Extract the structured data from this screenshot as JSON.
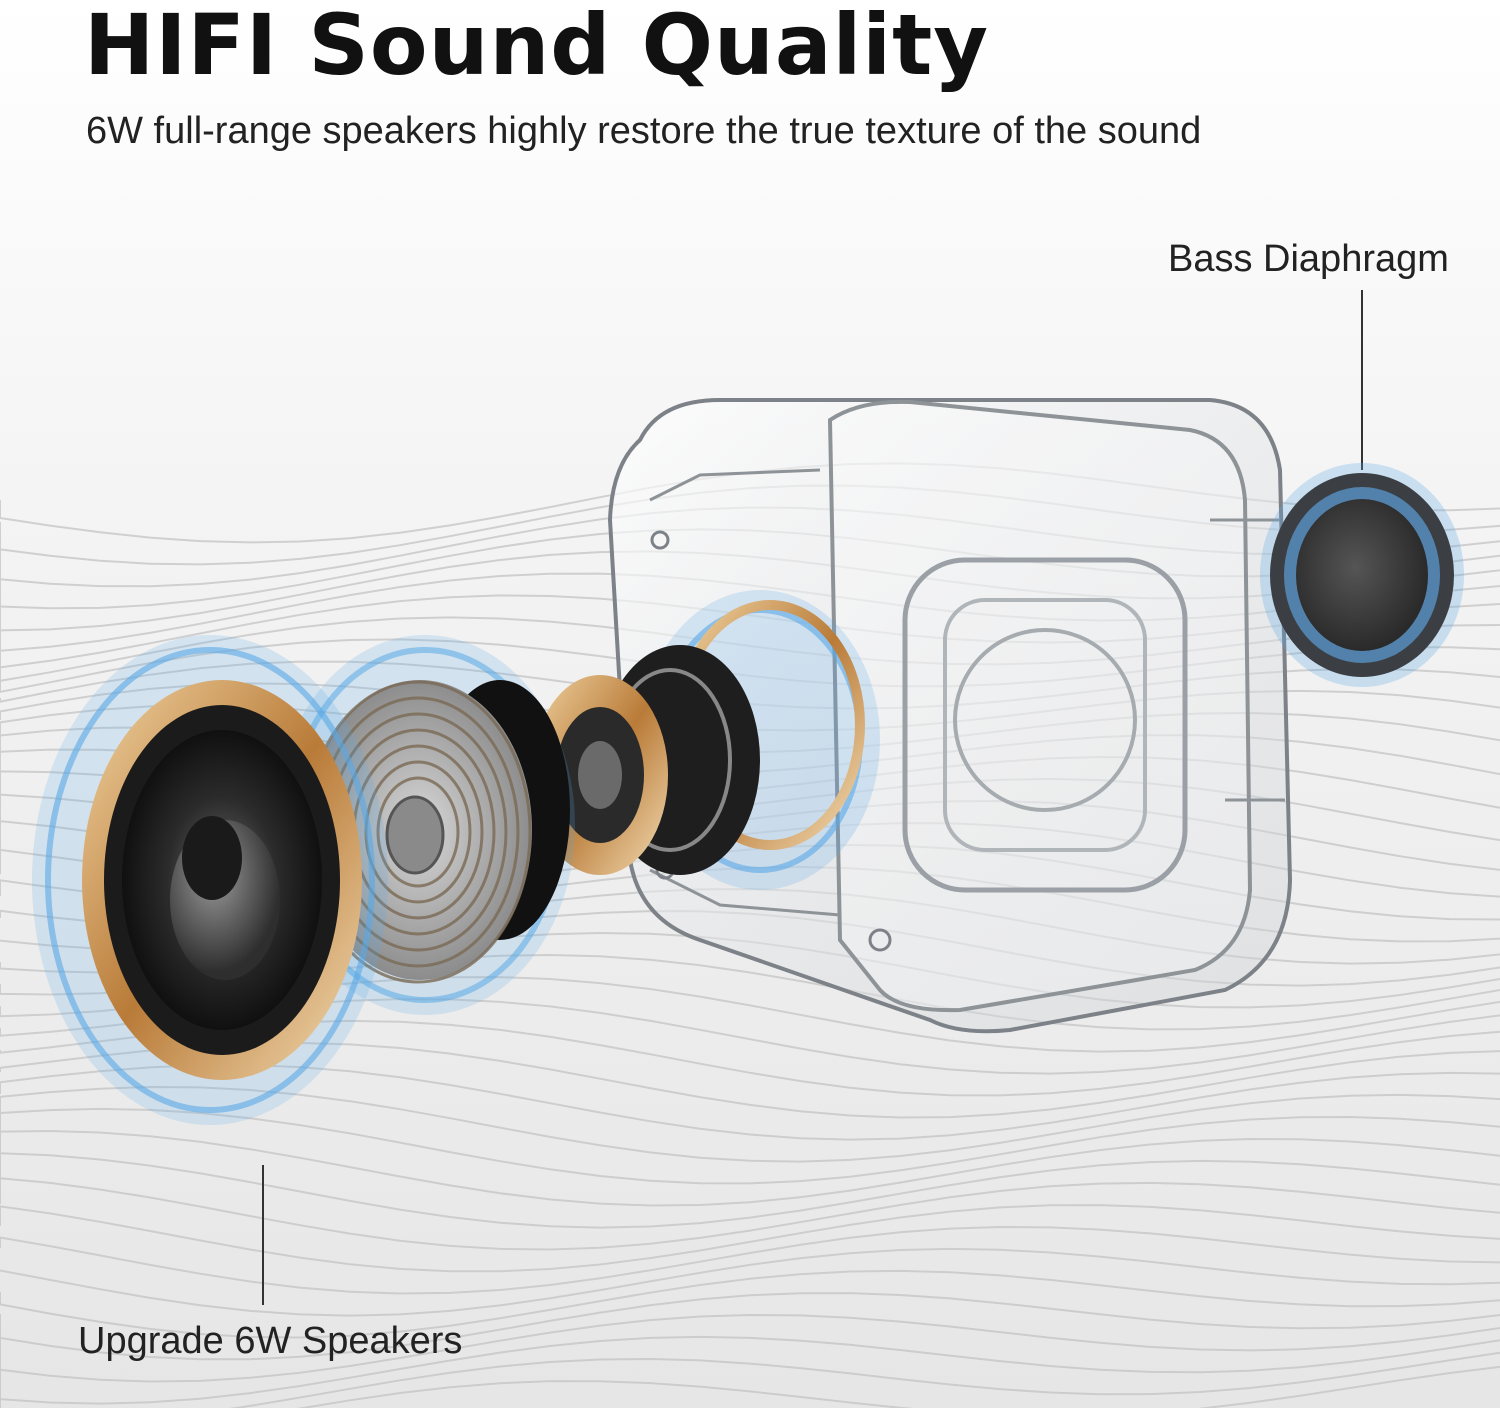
{
  "headline": "HIFI Sound Quality",
  "subline": "6W full-range speakers highly restore the true texture of the sound",
  "callouts": {
    "bass": "Bass Diaphragm",
    "speakers": "Upgrade 6W Speakers"
  },
  "colors": {
    "glow_blue": "#5aa9e6",
    "gold_rim": "#c8924a",
    "cone_dark": "#2a2a2a",
    "housing": "#9aa0a6"
  },
  "icons": [
    "speaker-driver-icon",
    "voice-coil-icon",
    "magnet-ring-icon",
    "speaker-housing-icon",
    "bass-diaphragm-icon"
  ]
}
